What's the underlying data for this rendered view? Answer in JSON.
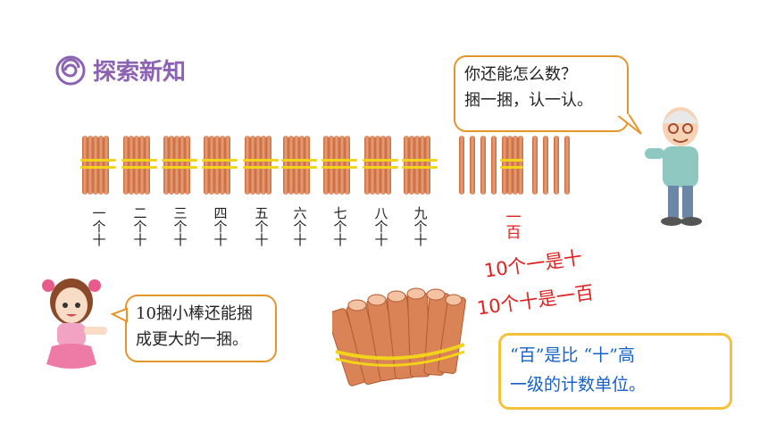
{
  "section_title": "探索新知",
  "teacher_bubble": {
    "line1": "你还能怎么数？",
    "line2": "捆一捆，认一认。"
  },
  "girl_bubble": {
    "line1": "10捆小棒还能捆",
    "line2": "成更大的一捆。"
  },
  "bundle_labels": [
    "一\n个\n十",
    "二\n个\n十",
    "三\n个\n十",
    "四\n个\n十",
    "五\n个\n十",
    "六\n个\n十",
    "七\n个\n十",
    "八\n个\n十",
    "九\n个\n十"
  ],
  "hundred_label": "一\n百",
  "statement1": "10个一是十",
  "statement2": "10个十是一百",
  "note": {
    "line1": "“百”是比 “十”高",
    "line2": "一级的计数单位。"
  },
  "colors": {
    "title": "#8b63b2",
    "red": "#e02020",
    "blue": "#1560c8",
    "bubble_border": "#e6952a",
    "note_border": "#f4c23a"
  }
}
